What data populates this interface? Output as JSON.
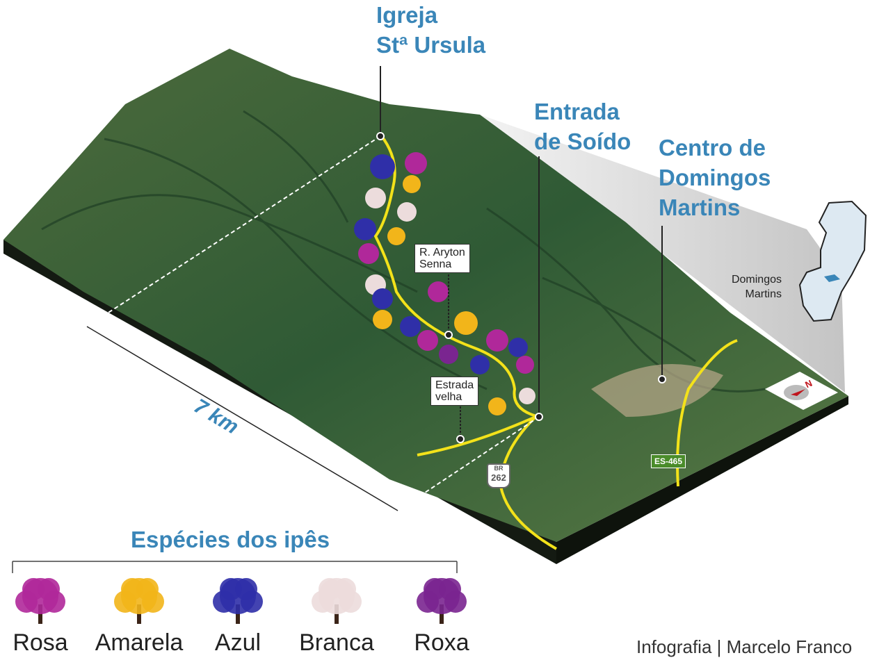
{
  "places": {
    "igreja": [
      "Igreja",
      "Stª Ursula"
    ],
    "entrada": [
      "Entrada",
      "de Soído"
    ],
    "centro": [
      "Centro de",
      "Domingos",
      "Martins"
    ]
  },
  "callouts": {
    "aryton": [
      "R. Aryton",
      "Senna"
    ],
    "estrada": [
      "Estrada",
      "velha"
    ]
  },
  "roads": {
    "br": {
      "prefix": "BR",
      "number": "262"
    },
    "es": "ES-465"
  },
  "distance": "7 km",
  "inset": {
    "label": [
      "Domingos",
      "Martins"
    ]
  },
  "compass": {
    "north": "N"
  },
  "legend": {
    "title": "Espécies dos ipês",
    "species": [
      {
        "name": "Rosa",
        "color": "#b0289a"
      },
      {
        "name": "Amarela",
        "color": "#f2b51a"
      },
      {
        "name": "Azul",
        "color": "#2f2fa8"
      },
      {
        "name": "Branca",
        "color": "#ecdcdc"
      },
      {
        "name": "Roxa",
        "color": "#7a2590"
      }
    ]
  },
  "credit": "Infografia | Marcelo Franco",
  "colors": {
    "accent": "#3a86b8",
    "road": "#f3e21a"
  }
}
